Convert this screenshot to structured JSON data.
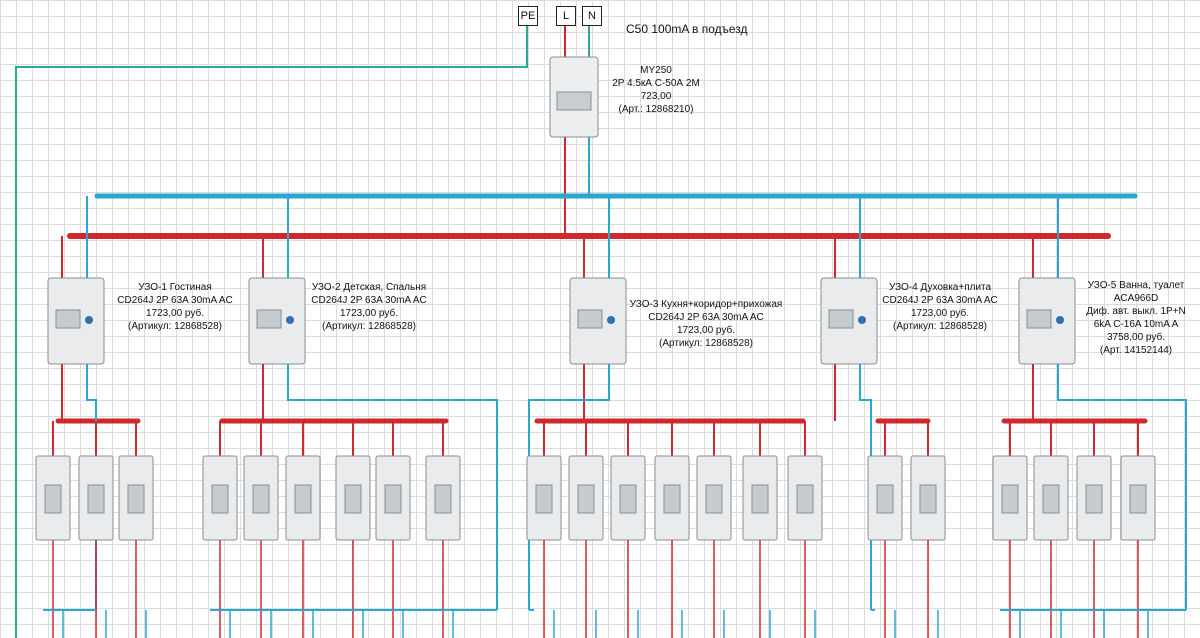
{
  "terminals": {
    "pe": "PE",
    "l": "L",
    "n": "N"
  },
  "feed_note": "С50 100mA  в подъезд",
  "main_breaker": {
    "model": "MY250",
    "spec": "2P 4.5кА С-50А 2М",
    "price": "723,00",
    "article": "(Арт.: 12868210)"
  },
  "rcds": [
    {
      "title": "УЗО-1 Гостиная",
      "model": "CD264J 2P 63A 30mA AC",
      "price": "1723,00 руб.",
      "article": "(Артикул: 12868528)"
    },
    {
      "title": "УЗО-2 Детская, Спальня",
      "model": "CD264J 2P 63A 30mA AC",
      "price": "1723,00 руб.",
      "article": "(Артикул: 12868528)"
    },
    {
      "title": "УЗО-3 Кухня+коридор+прихожая",
      "model": "CD264J 2P 63A 30mA AC",
      "price": "1723,00 руб.",
      "article": "(Артикул: 12868528)"
    },
    {
      "title": "УЗО-4 Духовка+плита",
      "model": "CD264J 2P 63A 30mA AC",
      "price": "1723,00 руб.",
      "article": "(Артикул: 12868528)"
    },
    {
      "title": "УЗО-5 Ванна, туалет",
      "model": "ACA966D",
      "spec": "Диф. авт. выкл. 1P+N",
      "spec2": "6kA C-16A 10mA A",
      "price": "3758,00 руб.",
      "article": "(Арт. 14152144)"
    }
  ],
  "breaker_groups": [
    3,
    6,
    7,
    2,
    4
  ],
  "colors": {
    "phase": "#d0282d",
    "neutral": "#2aa6cf",
    "earth": "#2aa89a",
    "grid": "#dcdcdc"
  }
}
